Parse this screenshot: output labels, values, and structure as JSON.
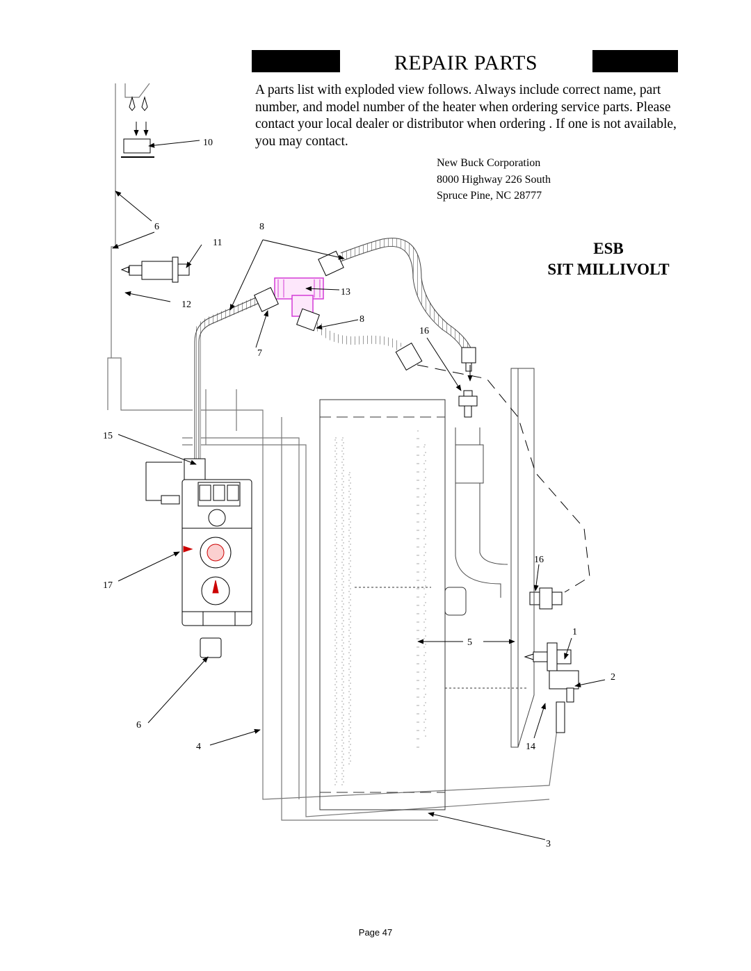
{
  "header": {
    "title": "REPAIR PARTS"
  },
  "intro": {
    "text": "A parts list with exploded view follows. Always include correct name, part number, and model number of the heater when ordering service parts. Please contact your local dealer or distributor when ordering . If one is not available, you may contact."
  },
  "contact": {
    "company": "New Buck Corporation",
    "street": "8000 Highway 226 South",
    "city": "Spruce Pine, NC 28777"
  },
  "model": {
    "line1": "ESB",
    "line2": "SIT MILLIVOLT"
  },
  "callouts": [
    "10",
    "6",
    "11",
    "8",
    "12",
    "13",
    "8",
    "16",
    "7",
    "15",
    "16",
    "17",
    "5",
    "1",
    "2",
    "6",
    "4",
    "14",
    "3"
  ],
  "footer": {
    "page": "Page 47"
  }
}
